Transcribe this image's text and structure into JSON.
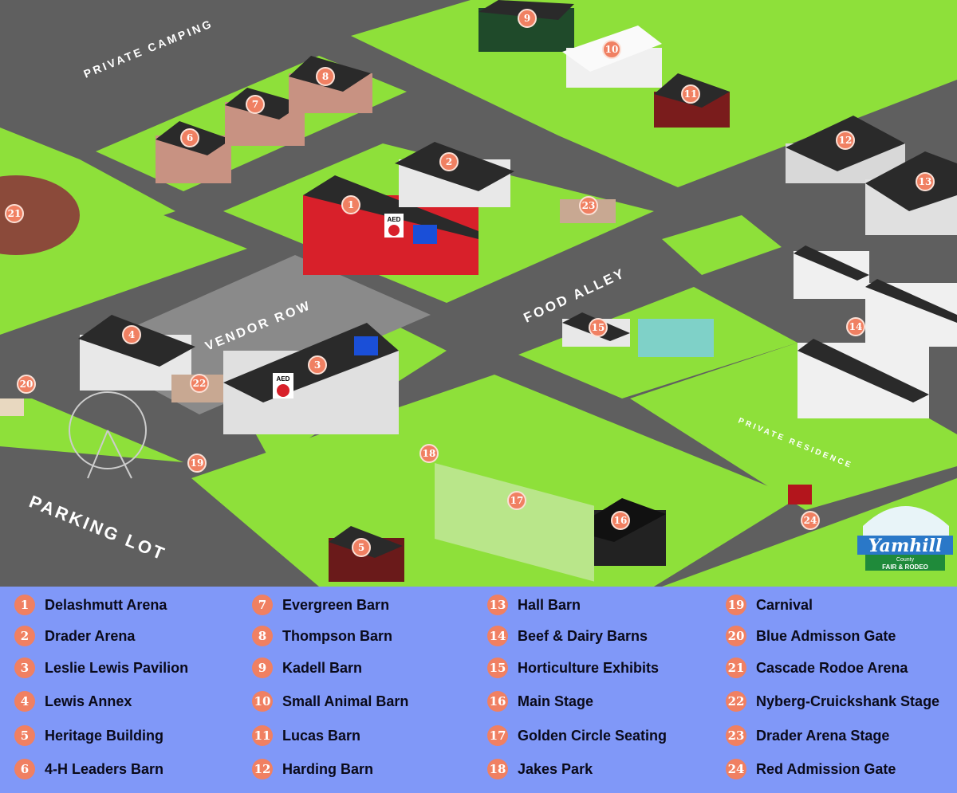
{
  "map": {
    "area_labels": {
      "private_camping": "PRIVATE CAMPING",
      "vendor_row": "VENDOR ROW",
      "food_alley": "FOOD ALLEY",
      "private_residence": "PRIVATE RESIDENCE",
      "parking_lot": "PARKING LOT"
    },
    "aed_label": "AED",
    "restroom_icon": "restroom-icon",
    "logo": {
      "title": "Yamhill",
      "subtitle": "County",
      "banner": "FAIR & RODEO"
    },
    "colors": {
      "grass": "#8ee03a",
      "road": "#5f5f5f",
      "marker": "#f08062",
      "legend_bg": "#8098f8"
    }
  },
  "legend": [
    {
      "num": "1",
      "name": "Delashmutt Arena"
    },
    {
      "num": "2",
      "name": "Drader Arena"
    },
    {
      "num": "3",
      "name": "Leslie Lewis Pavilion"
    },
    {
      "num": "4",
      "name": "Lewis Annex"
    },
    {
      "num": "5",
      "name": "Heritage Building"
    },
    {
      "num": "6",
      "name": "4-H Leaders Barn"
    },
    {
      "num": "7",
      "name": "Evergreen Barn"
    },
    {
      "num": "8",
      "name": "Thompson Barn"
    },
    {
      "num": "9",
      "name": "Kadell Barn"
    },
    {
      "num": "10",
      "name": "Small Animal Barn"
    },
    {
      "num": "11",
      "name": "Lucas Barn"
    },
    {
      "num": "12",
      "name": "Harding Barn"
    },
    {
      "num": "13",
      "name": "Hall Barn"
    },
    {
      "num": "14",
      "name": "Beef & Dairy Barns"
    },
    {
      "num": "15",
      "name": "Horticulture Exhibits"
    },
    {
      "num": "16",
      "name": "Main Stage"
    },
    {
      "num": "17",
      "name": "Golden Circle Seating"
    },
    {
      "num": "18",
      "name": "Jakes Park"
    },
    {
      "num": "19",
      "name": "Carnival"
    },
    {
      "num": "20",
      "name": "Blue Admisson Gate"
    },
    {
      "num": "21",
      "name": "Cascade Rodoe Arena"
    },
    {
      "num": "22",
      "name": "Nyberg-Cruickshank Stage"
    },
    {
      "num": "23",
      "name": "Drader Arena Stage"
    },
    {
      "num": "24",
      "name": "Red Admission Gate"
    }
  ]
}
